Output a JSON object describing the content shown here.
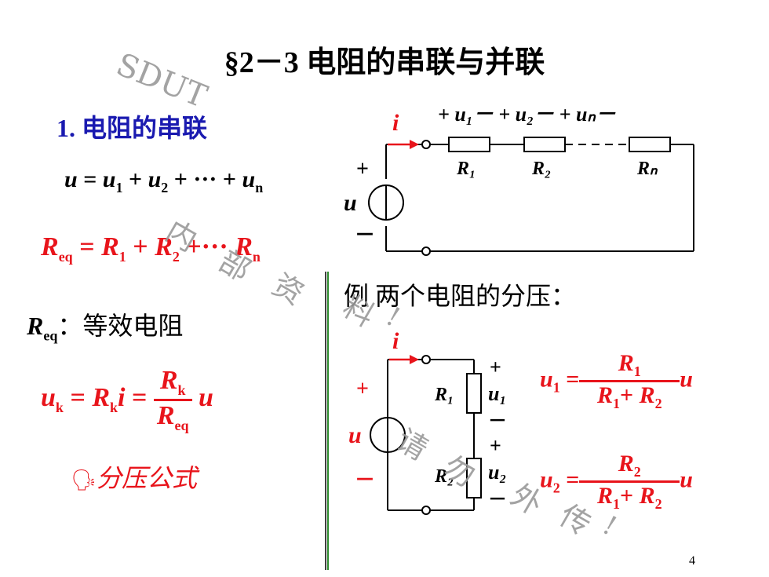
{
  "title": "§2－3  电阻的串联与并联",
  "section": "1. 电阻的串联",
  "voltage_sum": {
    "lhs": "u",
    "eq": " = ",
    "u1": "u",
    "s1": "1",
    "p1": " + ",
    "u2": "u",
    "s2": "2",
    "p2": " + ··· + ",
    "un": "u",
    "sn": "n"
  },
  "req_sum": {
    "lhs": "R",
    "lhs_sub": "eq",
    "eq": " = ",
    "r1": "R",
    "s1": "1",
    "p1": " + ",
    "r2": "R",
    "s2": "2",
    "p2": " +··· ",
    "rn": "R",
    "sn": "n"
  },
  "req_label": {
    "sym": "R",
    "sub": "eq",
    "text": "：等效电阻"
  },
  "uk_formula": {
    "u": "u",
    "u_sub": "k",
    "eq1": " = ",
    "r": "R",
    "r_sub": "k",
    "i": "i",
    "eq2": " = ",
    "num": "R",
    "num_sub": "k",
    "den": "R",
    "den_sub": "eq",
    "tail": " u"
  },
  "divider_label": "分压公式",
  "example": "例   两个电阻的分压：",
  "u1_formula": {
    "lhs": "u",
    "lhs_sub": "1",
    "eq": " =",
    "num": "R",
    "num_sub": "1",
    "den_a": "R",
    "den_a_sub": "1",
    "den_plus": "+ ",
    "den_b": "R",
    "den_b_sub": "2",
    "tail": "u"
  },
  "u2_formula": {
    "lhs": "u",
    "lhs_sub": "2",
    "eq": " =",
    "num": "R",
    "num_sub": "2",
    "den_a": "R",
    "den_a_sub": "1",
    "den_plus": "+ ",
    "den_b": "R",
    "den_b_sub": "2",
    "tail": "u"
  },
  "circuit1": {
    "i": "i",
    "top_labels": "+ u₁－ + u₂－       + uₙ－",
    "r1": "R₁",
    "r2": "R₂",
    "rn": "Rₙ",
    "plus": "+",
    "u": "u",
    "minus": "－"
  },
  "circuit2": {
    "i": "i",
    "plus": "+",
    "u": "u",
    "minus": "－",
    "r1": "R₁",
    "r2": "R₂",
    "u1": "u₁",
    "u2": "u₂",
    "p": "+",
    "m": "－"
  },
  "watermarks": [
    "SDUT",
    "内",
    "部",
    "资",
    "料",
    "!",
    "请",
    "勿",
    "外",
    "传",
    "!"
  ],
  "page_number": "4",
  "colors": {
    "red": "#e8141b",
    "blue": "#1a1ab0",
    "green": "#2e8b2e",
    "watermark": "#9a9a9a"
  }
}
